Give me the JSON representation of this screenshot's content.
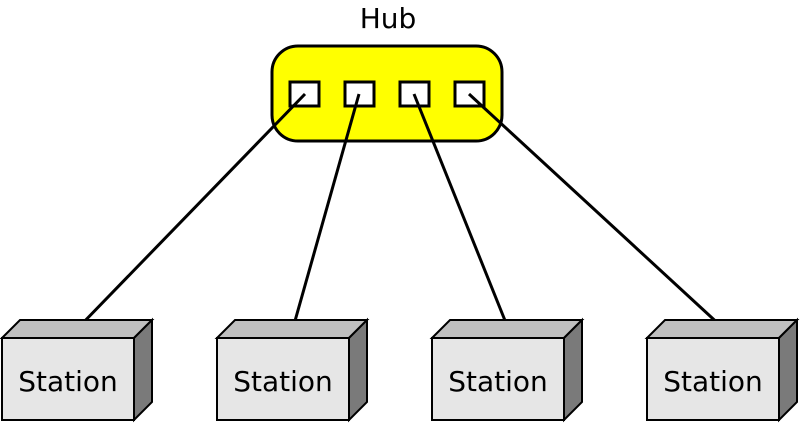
{
  "hub": {
    "label": "Hub",
    "fill_color": "#ffff00",
    "port_count": 4
  },
  "stations": [
    {
      "label": "Station"
    },
    {
      "label": "Station"
    },
    {
      "label": "Station"
    },
    {
      "label": "Station"
    }
  ],
  "colors": {
    "station_front": "#e6e6e6",
    "station_top": "#bfbfbf",
    "station_side": "#7a7a7a",
    "port_fill": "#ffffff",
    "line": "#000000"
  }
}
